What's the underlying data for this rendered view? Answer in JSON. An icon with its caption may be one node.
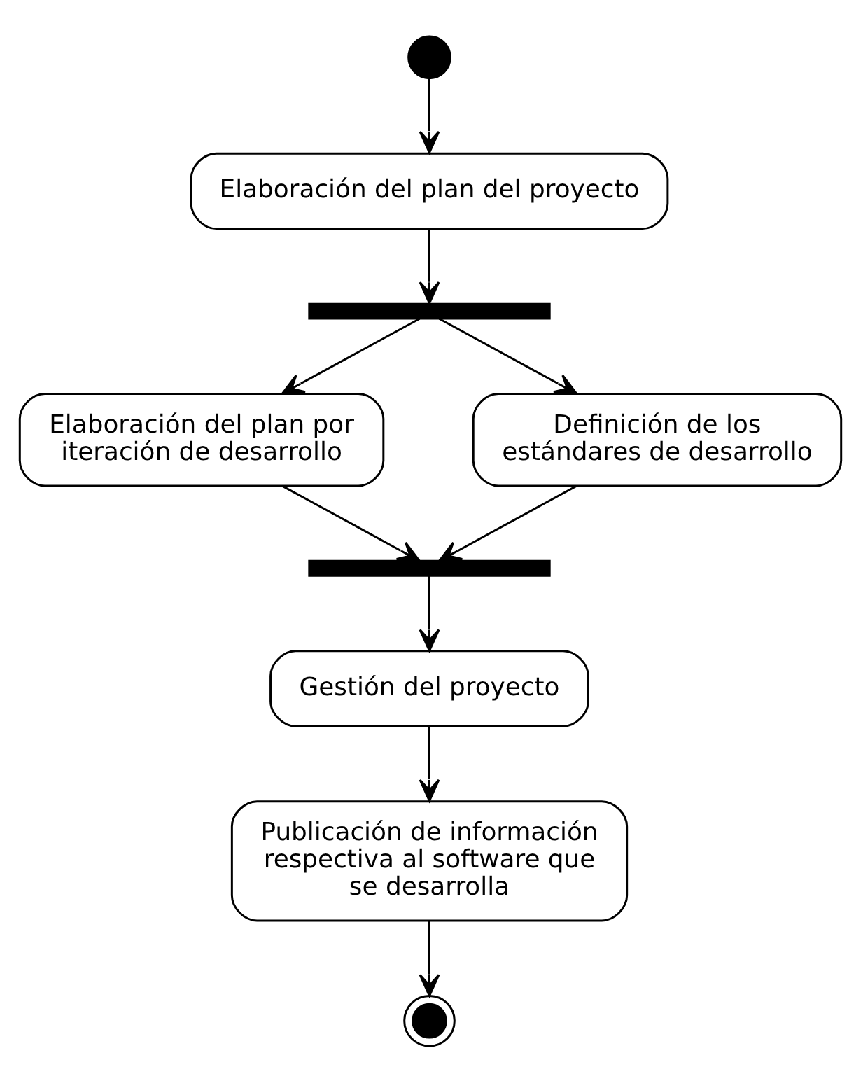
{
  "diagram": {
    "nodes": [
      {
        "text": [],
        "shape": "circle"
      },
      {
        "text": [
          "Elaboración del plan del proyecto"
        ]
      },
      {
        "text": [],
        "shape": "bar"
      },
      {
        "text": [
          "Elaboración del plan por iteración de desarrollo"
        ]
      },
      {
        "text": [
          "Definición de los estándares de desarrollo"
        ]
      },
      {
        "text": [],
        "shape": "bar"
      },
      {
        "text": [
          "Gestión del proyecto"
        ]
      },
      {
        "text": [
          "Publicación de información respectiva al software que se desarrolla"
        ]
      },
      {
        "text": [],
        "shape": "circle"
      }
    ],
    "edges": [
      {
        "from": 0,
        "to": 1,
        "arrow": "to"
      },
      {
        "from": 1,
        "to": 2,
        "arrow": "to"
      },
      {
        "from": 2,
        "to": 3,
        "arrow": "to"
      },
      {
        "from": 2,
        "to": 4,
        "arrow": "to"
      },
      {
        "from": 3,
        "to": 5,
        "arrow": "to"
      },
      {
        "from": 4,
        "to": 5,
        "arrow": "to"
      },
      {
        "from": 5,
        "to": 6,
        "arrow": "to"
      },
      {
        "from": 6,
        "to": 7,
        "arrow": "to"
      },
      {
        "from": 7,
        "to": 8,
        "arrow": "to"
      }
    ]
  }
}
